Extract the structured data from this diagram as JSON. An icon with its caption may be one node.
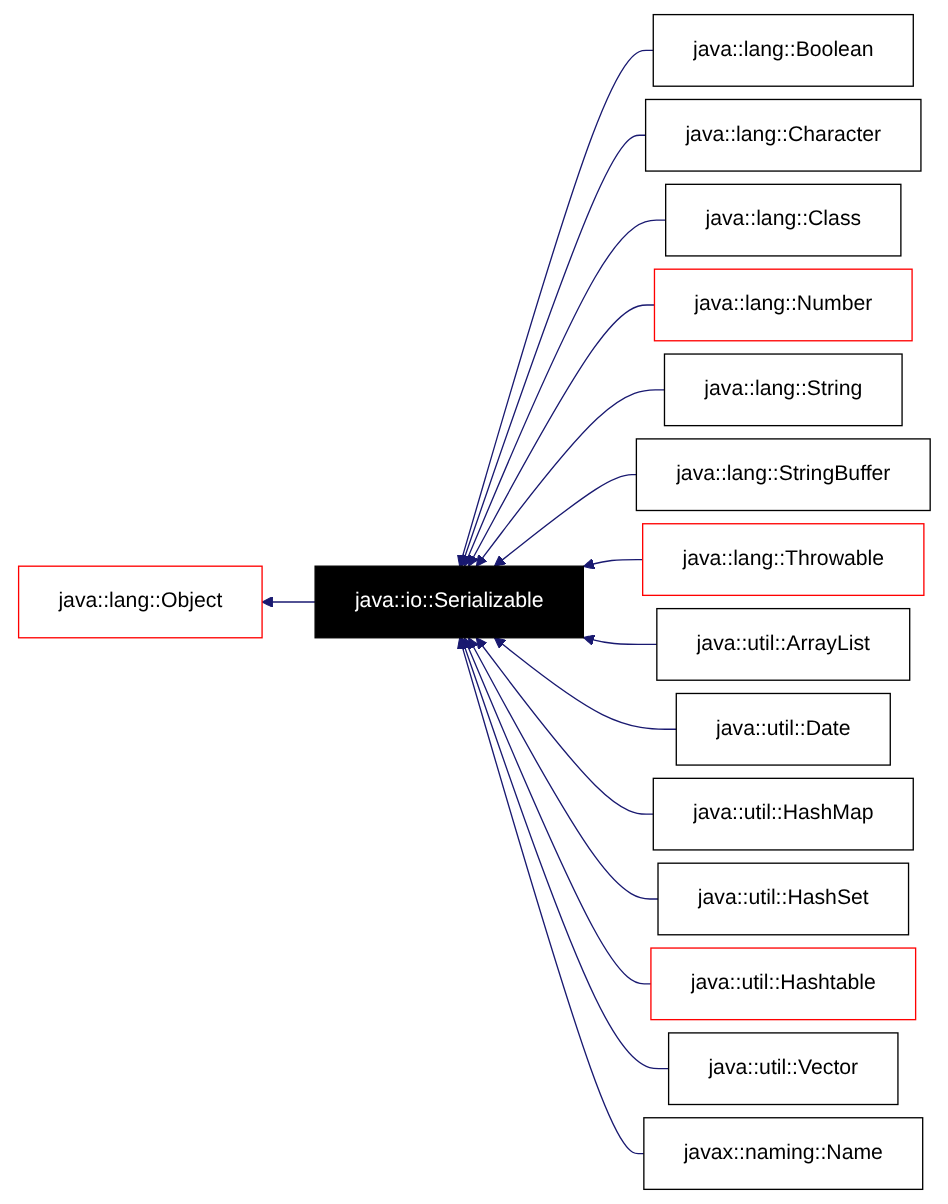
{
  "diagram": {
    "nodes": [
      {
        "text": [
          "java::lang::Object"
        ]
      },
      {
        "text": [
          "java::io::Serializable"
        ]
      },
      {
        "text": [
          "java::lang::Boolean"
        ]
      },
      {
        "text": [
          "java::lang::Character"
        ]
      },
      {
        "text": [
          "java::lang::Class"
        ]
      },
      {
        "text": [
          "java::lang::Number"
        ]
      },
      {
        "text": [
          "java::lang::String"
        ]
      },
      {
        "text": [
          "java::lang::StringBuffer"
        ]
      },
      {
        "text": [
          "java::lang::Throwable"
        ]
      },
      {
        "text": [
          "java::util::ArrayList"
        ]
      },
      {
        "text": [
          "java::util::Date"
        ]
      },
      {
        "text": [
          "java::util::HashMap"
        ]
      },
      {
        "text": [
          "java::util::HashSet"
        ]
      },
      {
        "text": [
          "java::util::Hashtable"
        ]
      },
      {
        "text": [
          "java::util::Vector"
        ]
      },
      {
        "text": [
          "javax::naming::Name"
        ]
      }
    ],
    "edges": [
      {
        "from": 1,
        "to": 0,
        "arrow": "to"
      },
      {
        "from": 2,
        "to": 1,
        "arrow": "to"
      },
      {
        "from": 3,
        "to": 1,
        "arrow": "to"
      },
      {
        "from": 4,
        "to": 1,
        "arrow": "to"
      },
      {
        "from": 5,
        "to": 1,
        "arrow": "to"
      },
      {
        "from": 6,
        "to": 1,
        "arrow": "to"
      },
      {
        "from": 7,
        "to": 1,
        "arrow": "to"
      },
      {
        "from": 8,
        "to": 1,
        "arrow": "to"
      },
      {
        "from": 9,
        "to": 1,
        "arrow": "to"
      },
      {
        "from": 10,
        "to": 1,
        "arrow": "to"
      },
      {
        "from": 11,
        "to": 1,
        "arrow": "to"
      },
      {
        "from": 12,
        "to": 1,
        "arrow": "to"
      },
      {
        "from": 13,
        "to": 1,
        "arrow": "to"
      },
      {
        "from": 14,
        "to": 1,
        "arrow": "to"
      },
      {
        "from": 15,
        "to": 1,
        "arrow": "to"
      }
    ]
  }
}
